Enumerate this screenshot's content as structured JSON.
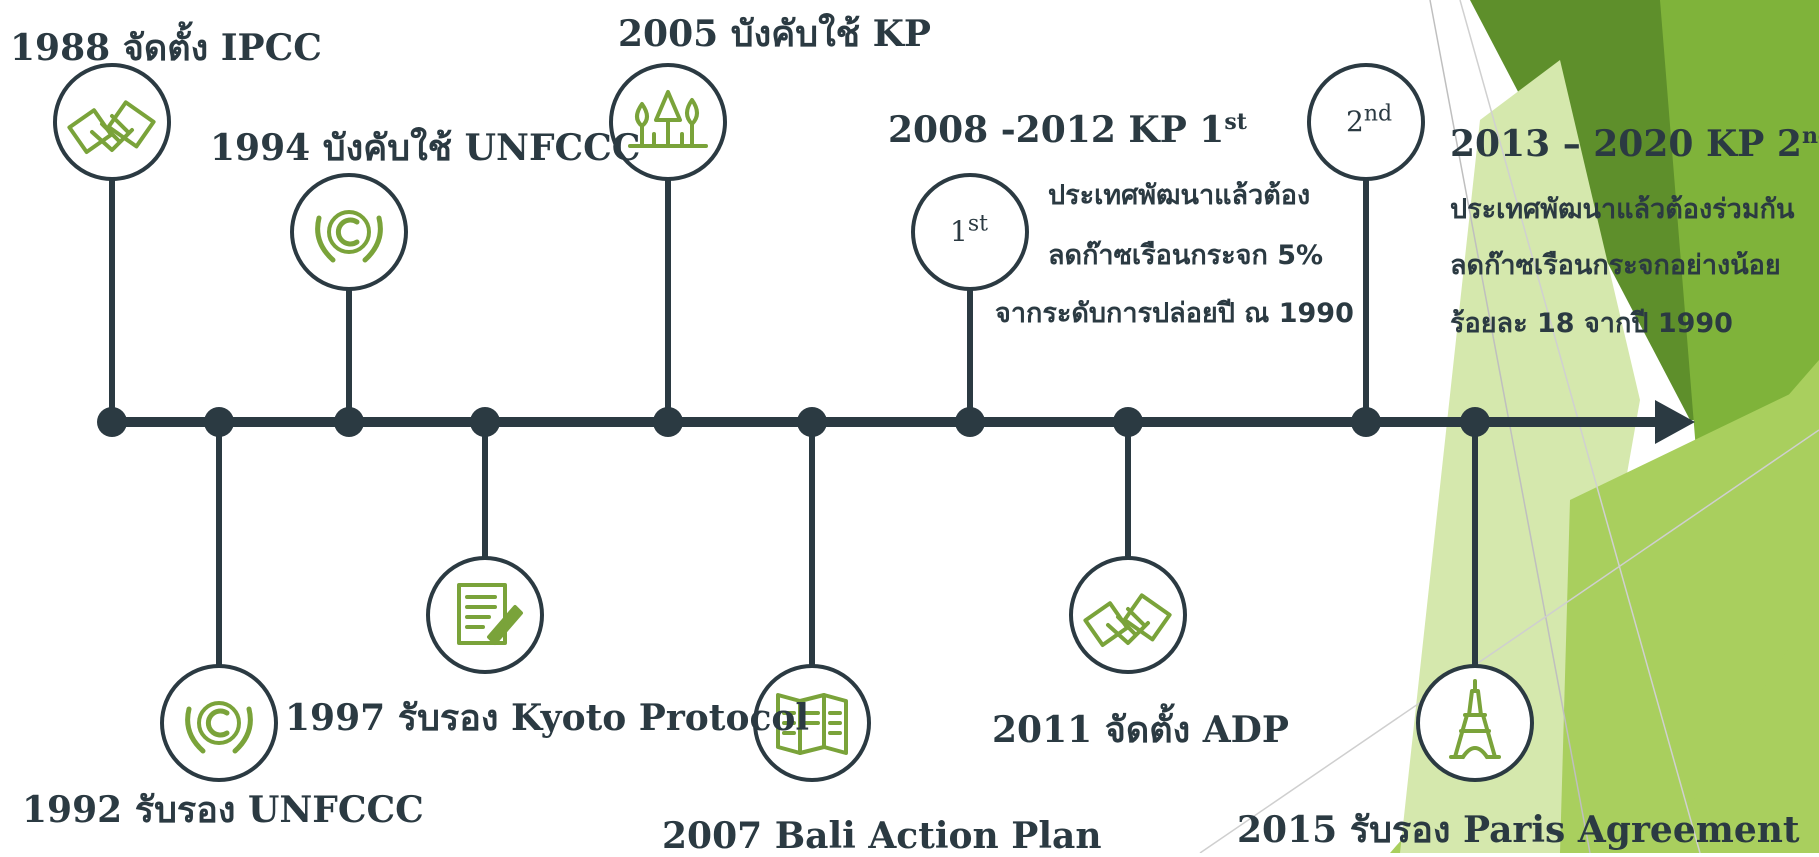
{
  "colors": {
    "line": "#2b3a42",
    "icon": "#7aa33a",
    "bg_green_dark": "#5e8f2b",
    "bg_green_mid": "#7fb33a",
    "bg_green_light": "#a9cf5e",
    "bg_green_pale": "#d5e8ad"
  },
  "events": [
    {
      "label": "1988 จัดตั้ง IPCC",
      "icon": "handshake-icon"
    },
    {
      "label": "1992 รับรอง UNFCCC",
      "icon": "unfccc-logo-icon"
    },
    {
      "label": "1994 บังคับใช้ UNFCCC",
      "icon": "unfccc-logo-icon"
    },
    {
      "label": "1997 รับรอง Kyoto Protocol",
      "icon": "signed-document-icon"
    },
    {
      "label": "2005 บังคับใช้ KP",
      "icon": "forest-icon"
    },
    {
      "label": "2007 Bali Action Plan",
      "icon": "map-icon"
    },
    {
      "label": "2011 จัดตั้ง ADP",
      "icon": "handshake-icon"
    },
    {
      "label": "2015 รับรอง Paris Agreement",
      "icon": "eiffel-tower-icon"
    }
  ],
  "kp1": {
    "title": "2008 -2012  KP 1",
    "title_sup": "st",
    "badge": "1",
    "badge_sup": "st",
    "lines": [
      "ประเทศพัฒนาแล้วต้อง",
      "ลดก๊าซเรือนกระจก 5%",
      "จากระดับการปล่อยปี ณ 1990"
    ]
  },
  "kp2": {
    "title": "2013 – 2020 KP 2",
    "title_sup": "nd",
    "badge": "2",
    "badge_sup": "nd",
    "lines": [
      "ประเทศพัฒนาแล้วต้องร่วมกัน",
      "ลดก๊าซเรือนกระจกอย่างน้อย",
      "ร้อยละ 18 จากปี 1990"
    ]
  }
}
